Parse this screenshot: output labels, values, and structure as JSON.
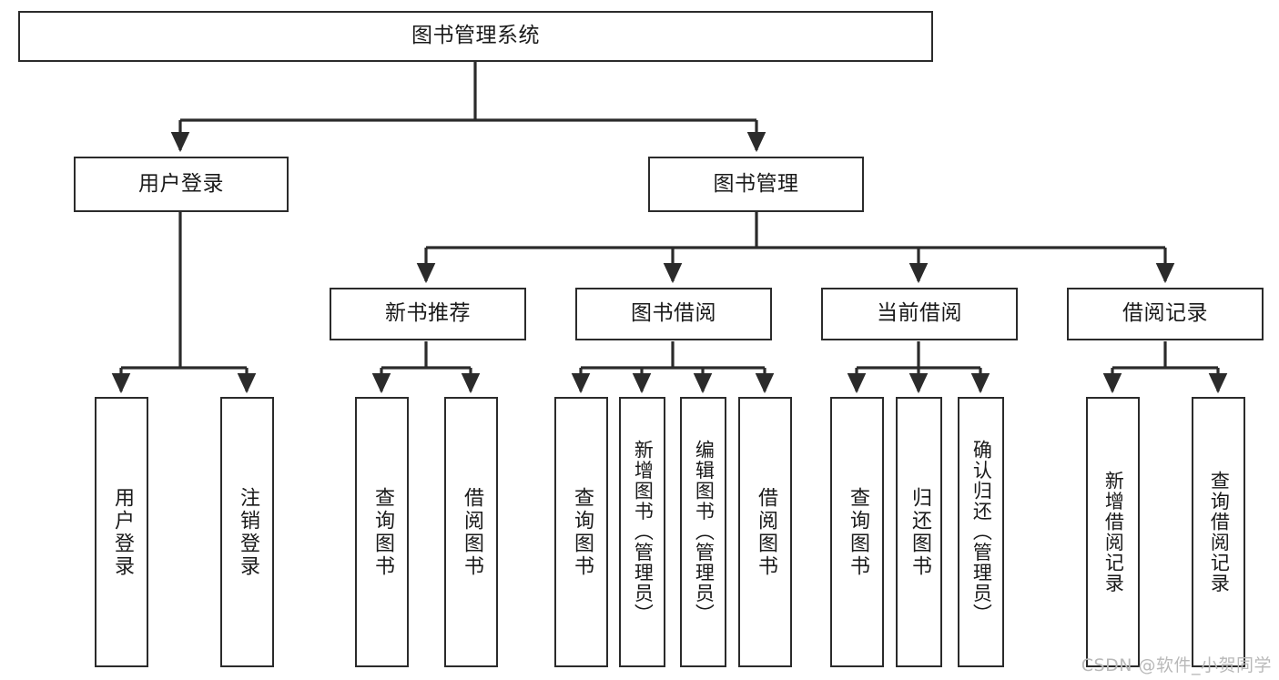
{
  "diagram": {
    "type": "tree-functional-structure",
    "title": "图书管理系统",
    "watermark": "CSDN @软件_小贺同学",
    "colors": {
      "background": "#ffffff",
      "node_border": "#2b2b2b",
      "node_fill": "#ffffff",
      "edge": "#2b2b2b",
      "text": "#1a1a1a",
      "watermark": "#b9b9b9"
    },
    "nodes": {
      "root": {
        "label": "图书管理系统"
      },
      "level2": [
        {
          "id": "user-login",
          "label": "用户登录"
        },
        {
          "id": "book-manage",
          "label": "图书管理"
        }
      ],
      "level3": [
        {
          "id": "new-book-recommend",
          "label": "新书推荐"
        },
        {
          "id": "book-borrow",
          "label": "图书借阅"
        },
        {
          "id": "current-borrow",
          "label": "当前借阅"
        },
        {
          "id": "borrow-record",
          "label": "借阅记录"
        }
      ],
      "leaves": {
        "user_login": [
          {
            "id": "leaf-user-login",
            "label": "用户登录"
          },
          {
            "id": "leaf-logout-login",
            "label": "注销登录"
          }
        ],
        "new_book_recommend": [
          {
            "id": "leaf-query-book-1",
            "label": "查询图书"
          },
          {
            "id": "leaf-borrow-book-1",
            "label": "借阅图书"
          }
        ],
        "book_borrow": [
          {
            "id": "leaf-query-book-2",
            "label": "查询图书"
          },
          {
            "id": "leaf-add-book-admin",
            "label": "新增图书（管理员）"
          },
          {
            "id": "leaf-edit-book-admin",
            "label": "编辑图书（管理员）"
          },
          {
            "id": "leaf-borrow-book-2",
            "label": "借阅图书"
          }
        ],
        "current_borrow": [
          {
            "id": "leaf-query-book-3",
            "label": "查询图书"
          },
          {
            "id": "leaf-return-book",
            "label": "归还图书"
          },
          {
            "id": "leaf-confirm-return-admin",
            "label": "确认归还（管理员）"
          }
        ],
        "borrow_record": [
          {
            "id": "leaf-add-borrow-record",
            "label": "新增借阅记录"
          },
          {
            "id": "leaf-query-borrow-record",
            "label": "查询借阅记录"
          }
        ]
      }
    }
  }
}
